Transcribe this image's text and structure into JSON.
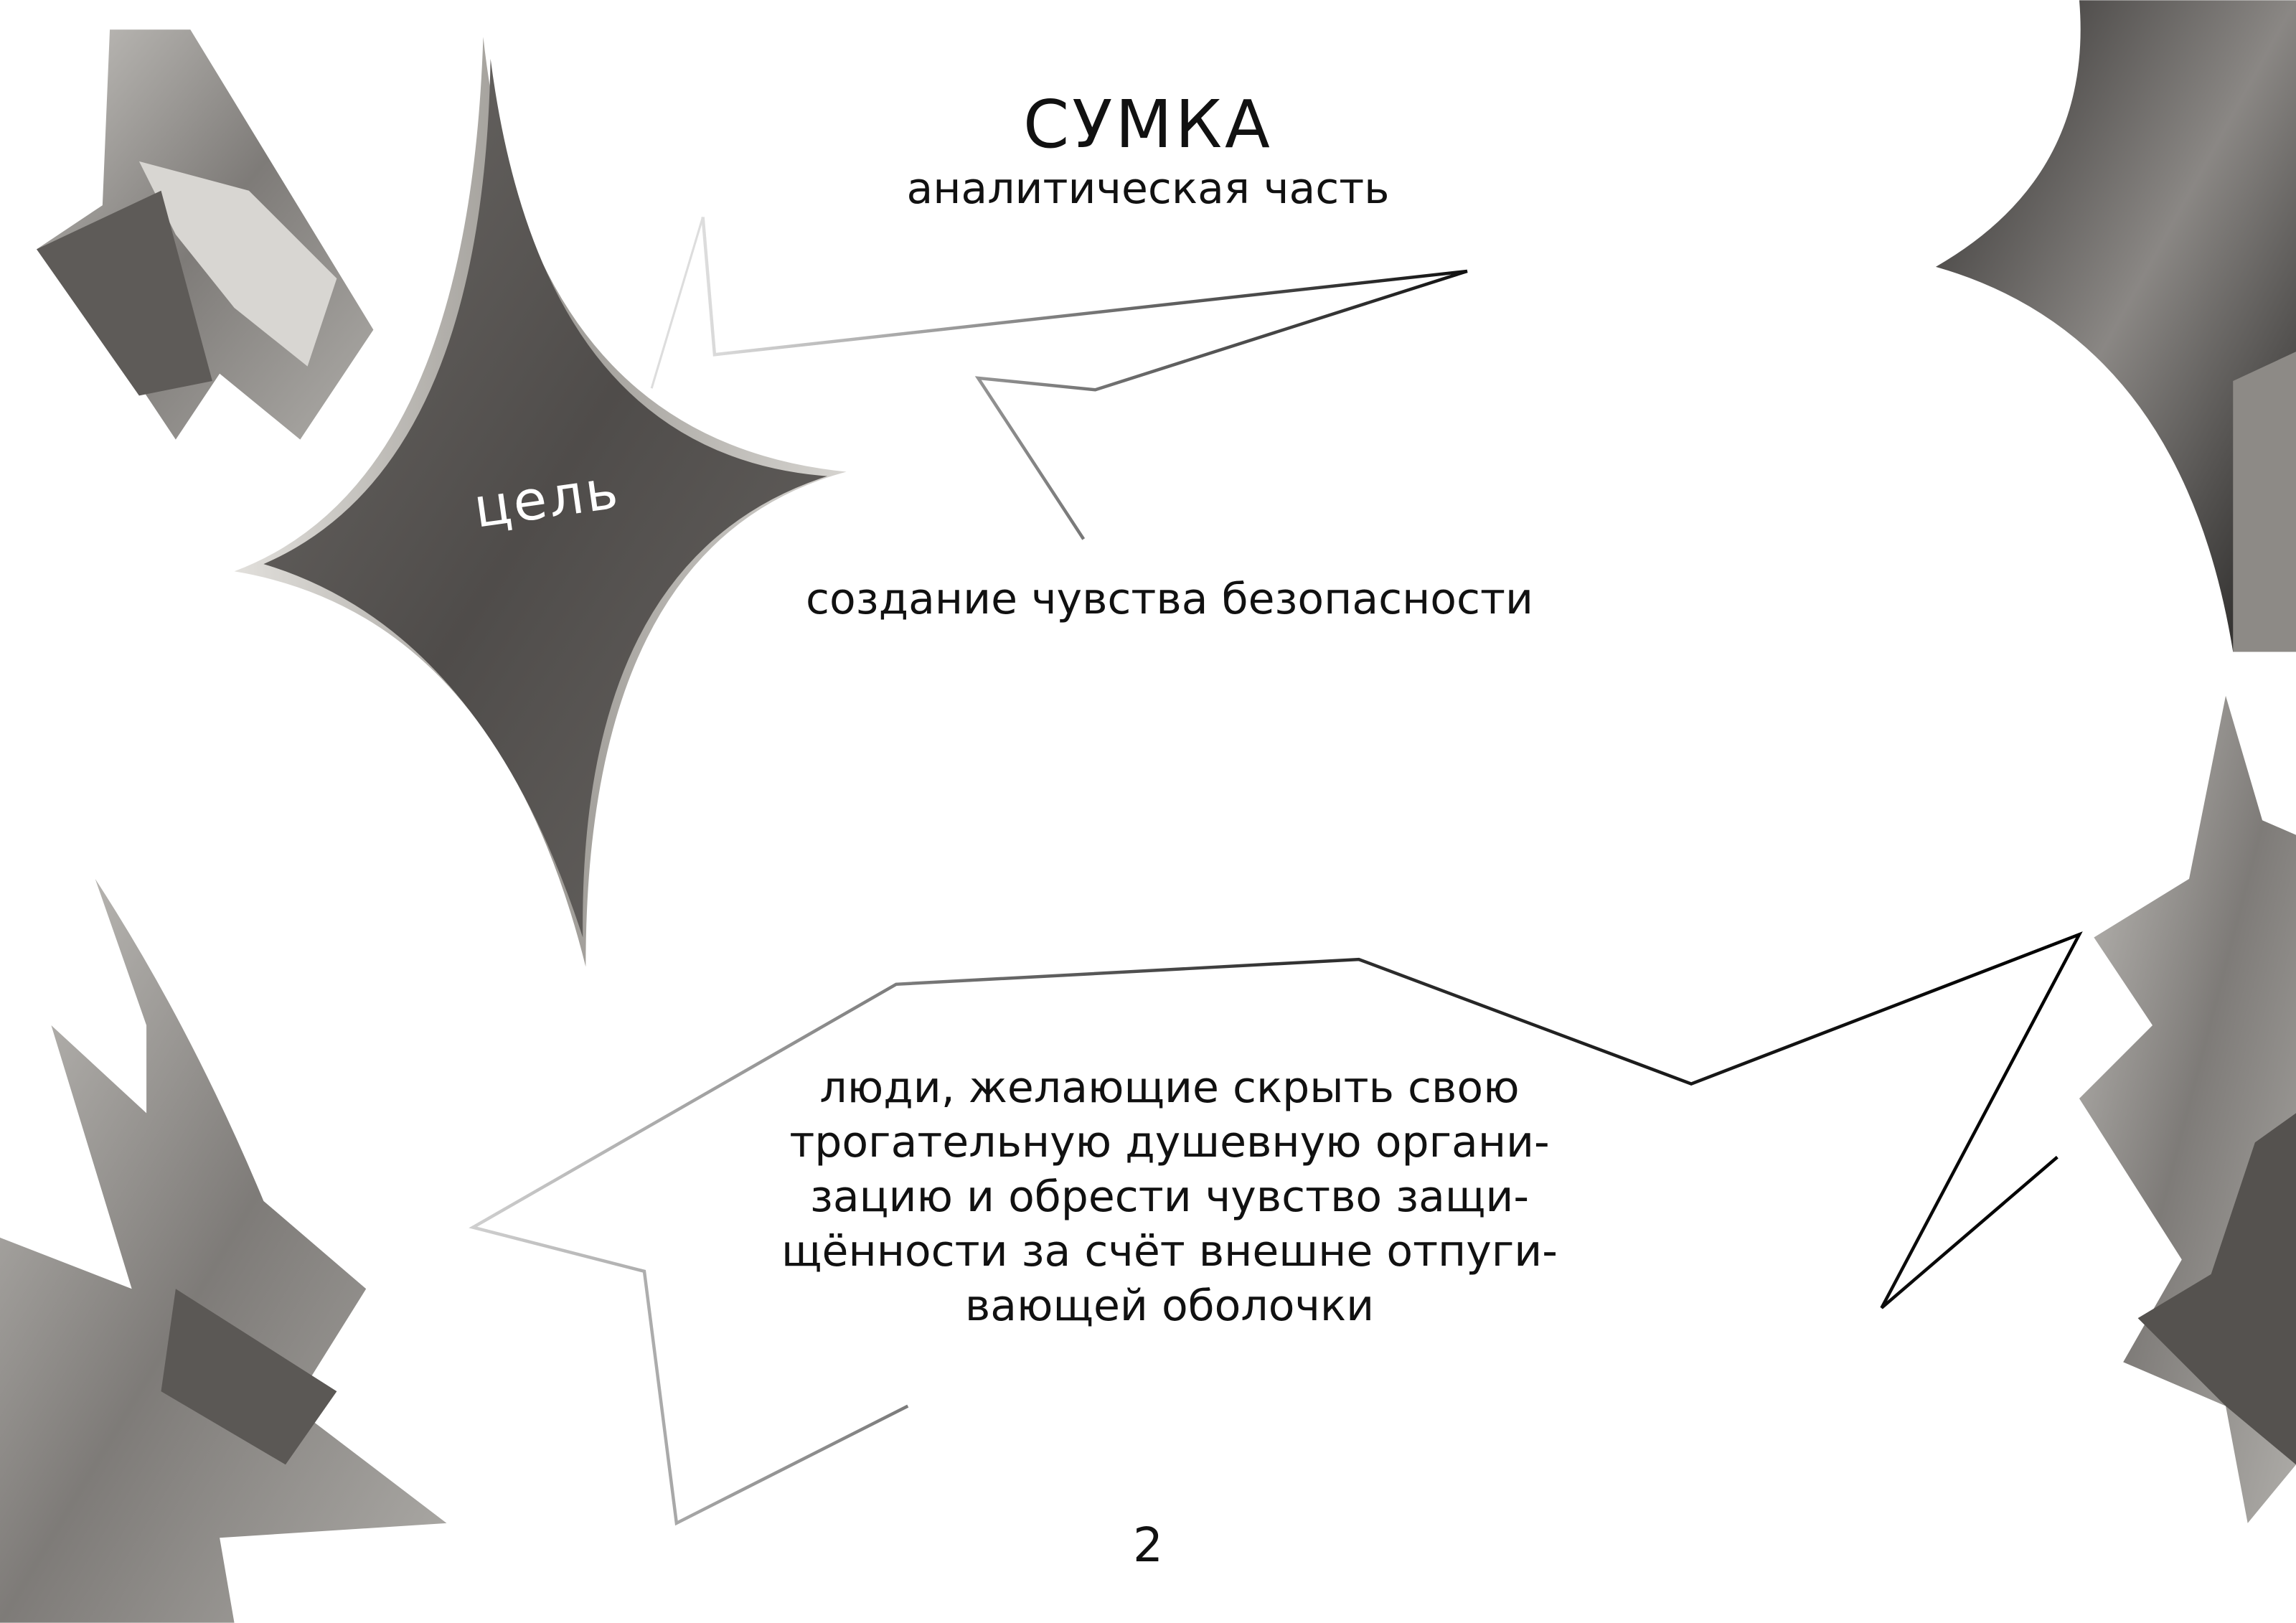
{
  "header": {
    "title": "СУМКА",
    "subtitle": "аналитическая часть"
  },
  "goal": {
    "label": "цель",
    "text": "создание чувства безопасности"
  },
  "audience": {
    "lines": [
      "люди, желающие скрыть свою",
      "трогательную душевную органи-",
      "зацию и обрести чувство защи-",
      "щённости за счёт внешне отпуги-",
      "вающей оболочки"
    ]
  },
  "footer": {
    "page_number": "2"
  },
  "colors": {
    "metal_dark": "#55524f",
    "metal_light": "#c9c7c3",
    "line": "#111111"
  }
}
